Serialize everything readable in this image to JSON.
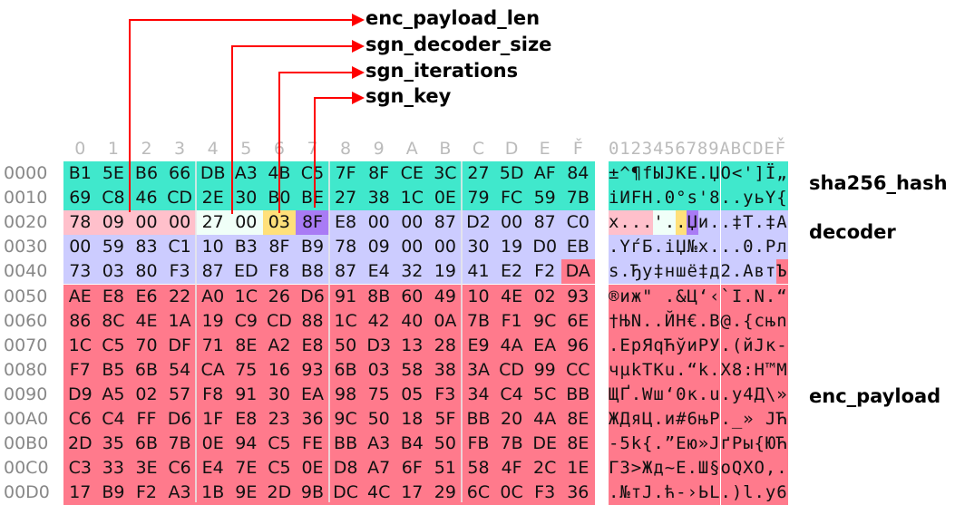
{
  "colors": {
    "sha256_hash": "#40E8CC",
    "enc_payload_len": "#FFC0CB",
    "sgn_decoder_size": "#F0FFF8",
    "sgn_iterations": "#FFE07A",
    "sgn_key": "#A97BF5",
    "decoder": "#CCCCFF",
    "enc_payload": "#FF7A8C",
    "arrow": "#FF0000"
  },
  "regions": [
    {
      "name": "sha256_hash",
      "start": 0,
      "end": 32
    },
    {
      "name": "enc_payload_len",
      "start": 32,
      "end": 36
    },
    {
      "name": "sgn_decoder_size",
      "start": 36,
      "end": 38
    },
    {
      "name": "sgn_iterations",
      "start": 38,
      "end": 39
    },
    {
      "name": "sgn_key",
      "start": 39,
      "end": 40
    },
    {
      "name": "decoder",
      "start": 40,
      "end": 79
    },
    {
      "name": "enc_payload",
      "start": 79,
      "end": 224
    }
  ],
  "labels": {
    "enc_payload_len": "enc_payload_len",
    "sgn_decoder_size": "sgn_decoder_size",
    "sgn_iterations": "sgn_iterations",
    "sgn_key": "sgn_key",
    "sha256_hash": "sha256_hash",
    "decoder": "decoder",
    "enc_payload": "enc_payload"
  },
  "hex_header": [
    "0",
    "1",
    "2",
    "3",
    "4",
    "5",
    "6",
    "7",
    "8",
    "9",
    "A",
    "B",
    "C",
    "D",
    "E",
    "F̌"
  ],
  "ascii_header": "0123456789ABCDEF̌",
  "rows": [
    {
      "offset": "0000",
      "bytes": [
        "B1",
        "5E",
        "B6",
        "66",
        "DB",
        "A3",
        "4B",
        "C5",
        "7F",
        "8F",
        "CE",
        "3C",
        "27",
        "5D",
        "AF",
        "84"
      ],
      "ascii": "±^¶fЫЈKE.ЏO<']Ї„"
    },
    {
      "offset": "0010",
      "bytes": [
        "69",
        "C8",
        "46",
        "CD",
        "2E",
        "30",
        "B0",
        "BE",
        "27",
        "38",
        "1C",
        "0E",
        "79",
        "FC",
        "59",
        "7B"
      ],
      "ascii": "iИFH.0°s'8..уьY{"
    },
    {
      "offset": "0020",
      "bytes": [
        "78",
        "09",
        "00",
        "00",
        "27",
        "00",
        "03",
        "8F",
        "E8",
        "00",
        "00",
        "87",
        "D2",
        "00",
        "87",
        "C0"
      ],
      "ascii": "x...'..Џи..‡T.‡A"
    },
    {
      "offset": "0030",
      "bytes": [
        "00",
        "59",
        "83",
        "C1",
        "10",
        "B3",
        "8F",
        "B9",
        "78",
        "09",
        "00",
        "00",
        "30",
        "19",
        "D0",
        "EB"
      ],
      "ascii": ".YѓБ.iЏ№x...0.Рл"
    },
    {
      "offset": "0040",
      "bytes": [
        "73",
        "03",
        "80",
        "F3",
        "87",
        "ED",
        "F8",
        "B8",
        "87",
        "E4",
        "32",
        "19",
        "41",
        "E2",
        "F2",
        "DA"
      ],
      "ascii": "s.Ђу‡ншё‡д2.АвтЪ"
    },
    {
      "offset": "0050",
      "bytes": [
        "AE",
        "E8",
        "E6",
        "22",
        "A0",
        "1C",
        "26",
        "D6",
        "91",
        "8B",
        "60",
        "49",
        "10",
        "4E",
        "02",
        "93"
      ],
      "ascii": "®иж\" .&Ц‘‹`I.N.“"
    },
    {
      "offset": "0060",
      "bytes": [
        "86",
        "8C",
        "4E",
        "1A",
        "19",
        "C9",
        "CD",
        "88",
        "1C",
        "42",
        "40",
        "0A",
        "7B",
        "F1",
        "9C",
        "6E"
      ],
      "ascii": "†ЊN..ЙН€.B@.{сњn"
    },
    {
      "offset": "0070",
      "bytes": [
        "1C",
        "C5",
        "70",
        "DF",
        "71",
        "8E",
        "A2",
        "E8",
        "50",
        "D3",
        "13",
        "28",
        "E9",
        "4A",
        "EA",
        "96"
      ],
      "ascii": ".EрЯqЋўиРУ.(йЈк-"
    },
    {
      "offset": "0080",
      "bytes": [
        "F7",
        "B5",
        "6B",
        "54",
        "CA",
        "75",
        "16",
        "93",
        "6B",
        "03",
        "58",
        "38",
        "3A",
        "CD",
        "99",
        "CC"
      ],
      "ascii": "чµkTKu.“k.X8:H™М"
    },
    {
      "offset": "0090",
      "bytes": [
        "D9",
        "A5",
        "02",
        "57",
        "F8",
        "91",
        "30",
        "EA",
        "98",
        "75",
        "05",
        "F3",
        "34",
        "C4",
        "5C",
        "BB"
      ],
      "ascii": "ЩҐ.Wш‘0к.u.у4Д\\»"
    },
    {
      "offset": "00A0",
      "bytes": [
        "C6",
        "C4",
        "FF",
        "D6",
        "1F",
        "E8",
        "23",
        "36",
        "9C",
        "50",
        "18",
        "5F",
        "BB",
        "20",
        "4A",
        "8E"
      ],
      "ascii": "ЖДяЦ.и#6њР._» JЋ"
    },
    {
      "offset": "00B0",
      "bytes": [
        "2D",
        "35",
        "6B",
        "7B",
        "0E",
        "94",
        "C5",
        "FE",
        "BB",
        "A3",
        "B4",
        "50",
        "FB",
        "7B",
        "DE",
        "8E"
      ],
      "ascii": "-5k{.”Ею»ЈґРы{ЮЋ"
    },
    {
      "offset": "00C0",
      "bytes": [
        "C3",
        "33",
        "3E",
        "C6",
        "E4",
        "7E",
        "C5",
        "0E",
        "D8",
        "A7",
        "6F",
        "51",
        "58",
        "4F",
        "2C",
        "1E"
      ],
      "ascii": "Г3>Жд~Е.Ш§oQXO,."
    },
    {
      "offset": "00D0",
      "bytes": [
        "17",
        "B9",
        "F2",
        "A3",
        "1B",
        "9E",
        "2D",
        "9B",
        "DC",
        "4C",
        "17",
        "29",
        "6C",
        "0C",
        "F3",
        "36"
      ],
      "ascii": ".№тЈ.ћ-›ЬL.)l.у6"
    }
  ]
}
